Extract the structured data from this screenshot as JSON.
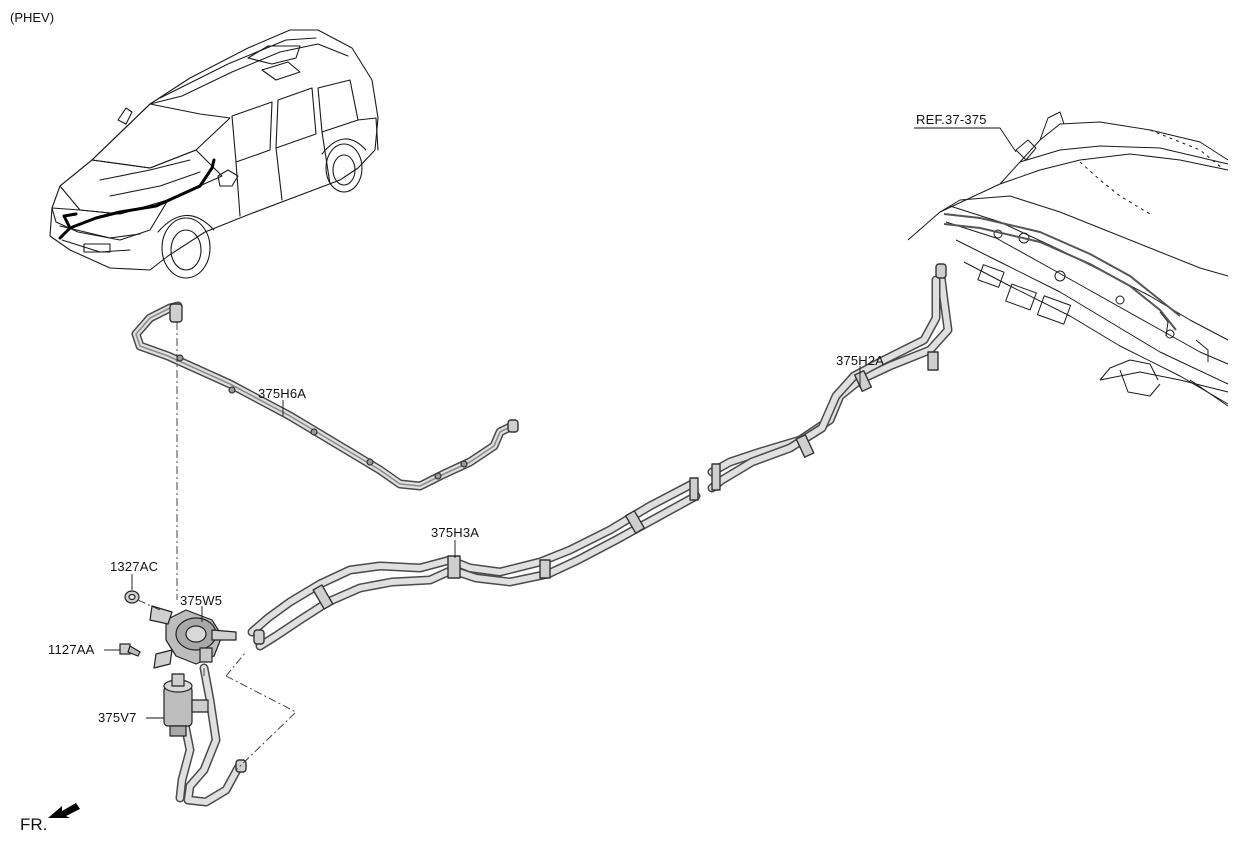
{
  "diagram": {
    "variant": "(PHEV)",
    "direction": "FR.",
    "callouts": [
      {
        "id": "ref-37-375",
        "text": "REF.37-375"
      },
      {
        "id": "375h6a",
        "text": "375H6A"
      },
      {
        "id": "375h2a",
        "text": "375H2A"
      },
      {
        "id": "375h3a",
        "text": "375H3A"
      },
      {
        "id": "1327ac",
        "text": "1327AC"
      },
      {
        "id": "375w5",
        "text": "375W5"
      },
      {
        "id": "1127aa",
        "text": "1127AA"
      },
      {
        "id": "375v7",
        "text": "375V7"
      }
    ]
  },
  "colors": {
    "line": "#1a1a1a",
    "hose": "#8d8d8d",
    "hose_dark": "#4a4a4a",
    "part": "#b5b5b5"
  }
}
